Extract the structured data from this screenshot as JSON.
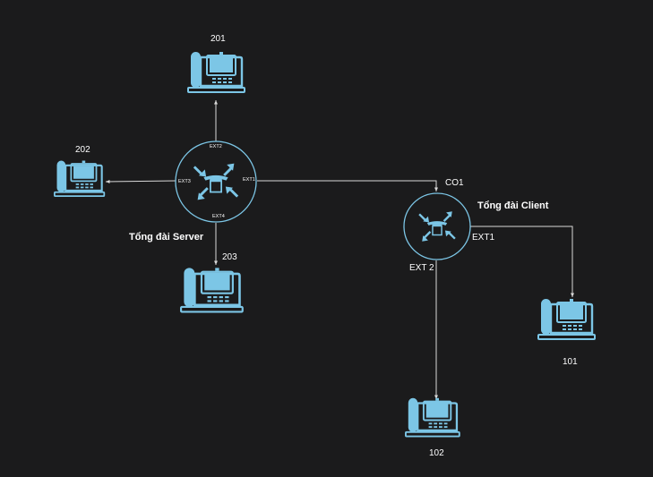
{
  "server": {
    "label": "Tổng đài Server",
    "ports": {
      "top": "EXT2",
      "left": "EXT3",
      "right": "EXT1",
      "bottom": "EXT4"
    }
  },
  "client": {
    "label": "Tổng đài Client",
    "port_co": "CO1",
    "port_right": "EXT1",
    "port_bottom": "EXT 2"
  },
  "phones": {
    "p201": "201",
    "p202": "202",
    "p203": "203",
    "p101": "101",
    "p102": "102"
  },
  "colors": {
    "background": "#1b1b1c",
    "icon": "#7cc6e6",
    "line": "#d9d9d9",
    "text": "#ffffff"
  }
}
